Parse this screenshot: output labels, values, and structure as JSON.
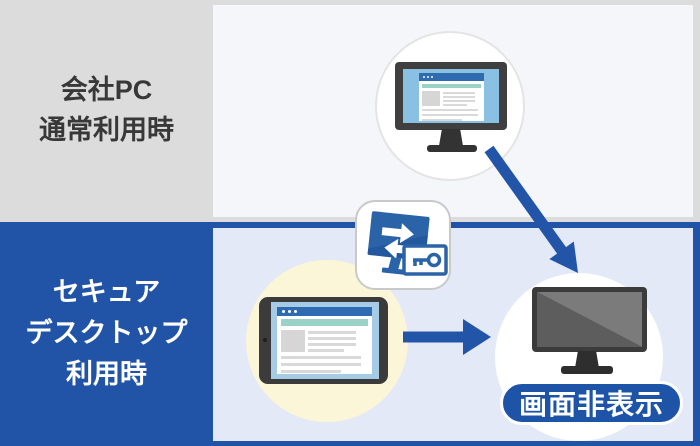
{
  "colors": {
    "accent_blue": "#2255a8",
    "secure_band_blue": "#2154a6",
    "secure_panel_bg": "#e4e9f7",
    "normal_band_gray": "#dcdcdc",
    "normal_panel_bg": "#f4f6fa",
    "highlight_yellow": "#faf6d7",
    "badge_blue": "#1d54a8",
    "monitor_frame_gray": "#3b3b3b",
    "screen_blue": "#8ac0e2"
  },
  "rows": {
    "normal": {
      "label_lines": [
        "会社PC",
        "通常利用時"
      ]
    },
    "secure": {
      "label_lines": [
        "セキュア",
        "デスクトップ",
        "利用時"
      ],
      "badge_label": "画面非表示"
    }
  },
  "icons": {
    "app_icon": "remote-desktop-key-app-icon",
    "company_pc": "desktop-monitor-browser-illustration",
    "client_device": "tablet-browser-illustration",
    "hidden_screen": "blank-monitor-illustration",
    "arrow_diagonal": "arrow-down-right",
    "arrow_horizontal": "arrow-right"
  }
}
